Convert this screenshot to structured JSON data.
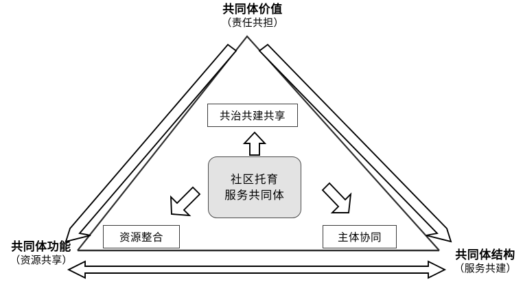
{
  "diagram": {
    "title_text": "",
    "colors": {
      "stroke": "#000000",
      "box_stroke": "#3a3a3a",
      "core_fill": "#e3e3e3",
      "background": "#ffffff"
    },
    "vertices": [
      {
        "id": "top",
        "title": "共同体价值",
        "subtitle": "（责任共担）"
      },
      {
        "id": "bottom-left",
        "title": "共同体功能",
        "subtitle": "（资源共享）"
      },
      {
        "id": "bottom-right",
        "title": "共同体结构",
        "subtitle": "（服务共建）"
      }
    ],
    "nodes": {
      "core": {
        "line1": "社区托育",
        "line2": "服务共同体"
      },
      "principle": "共治共建共享",
      "resource": "资源整合",
      "actor": "主体协同"
    },
    "arrows": [
      {
        "id": "core-to-principle",
        "direction": "up",
        "style": "outlined-block"
      },
      {
        "id": "core-to-resource",
        "direction": "down-left",
        "style": "outlined-block"
      },
      {
        "id": "core-to-actor",
        "direction": "down-right",
        "style": "outlined-block"
      },
      {
        "id": "function-to-value",
        "direction": "up-right",
        "style": "outlined-line"
      },
      {
        "id": "structure-to-value",
        "direction": "up-left",
        "style": "outlined-line"
      },
      {
        "id": "function-structure",
        "direction": "bidirectional",
        "style": "outlined-line"
      }
    ]
  }
}
